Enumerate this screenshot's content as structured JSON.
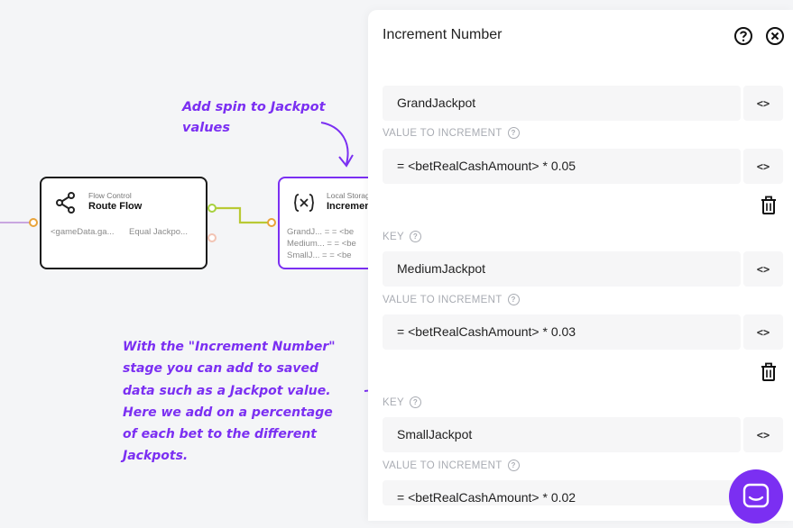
{
  "canvas": {
    "route_node": {
      "category": "Flow Control",
      "title": "Route Flow",
      "left_text": "<gameData.ga...",
      "right_text": "Equal Jackpo..."
    },
    "increment_node": {
      "category": "Local Storage",
      "title": "Increment",
      "rows": [
        "GrandJ...  = = <be",
        "Medium...  = = <be",
        "SmallJ...  = = <be"
      ]
    },
    "annotation_top": [
      "Add spin to Jackpot",
      "values"
    ],
    "annotation_bottom": [
      "With the \"Increment Number\"",
      "stage you can add to saved",
      "data such as a Jackpot value.",
      "Here we add on a percentage",
      "of each bet to the different",
      "Jackpots."
    ]
  },
  "panel": {
    "title": "Increment Number",
    "code_label": "<>",
    "entries": [
      {
        "key": "GrandJackpot",
        "value_label": "VALUE TO INCREMENT",
        "value": "= <betRealCashAmount> * 0.05"
      },
      {
        "key_label": "KEY",
        "key": "MediumJackpot",
        "value_label": "VALUE TO INCREMENT",
        "value": "= <betRealCashAmount> * 0.03"
      },
      {
        "key_label": "KEY",
        "key": "SmallJackpot",
        "value_label": "VALUE TO INCREMENT",
        "value": "= <betRealCashAmount> * 0.02"
      }
    ]
  },
  "colors": {
    "accent": "#7b2ff2",
    "connector_orange": "#e8a33a",
    "connector_green": "#a7d13f"
  }
}
